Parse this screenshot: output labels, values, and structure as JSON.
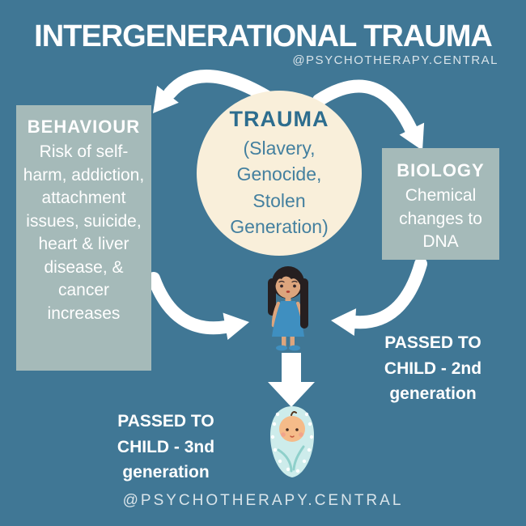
{
  "header": {
    "title": "INTERGENERATIONAL TRAUMA",
    "handle": "@PSYCHOTHERAPY.CENTRAL"
  },
  "trauma_circle": {
    "title": "TRAUMA",
    "subtitle": "(Slavery, Genocide, Stolen Generation)"
  },
  "behaviour_box": {
    "title": "BEHAVIOUR",
    "body": "Risk of self-harm, addiction, attachment issues, suicide, heart & liver disease, & cancer increases"
  },
  "biology_box": {
    "title": "BIOLOGY",
    "body": "Chemical changes to DNA"
  },
  "labels": {
    "passed_to_child_2nd": "PASSED TO CHILD - 2nd generation",
    "passed_to_child_3rd": "PASSED TO CHILD - 3nd generation"
  },
  "footer": {
    "handle": "@PSYCHOTHERAPY.CENTRAL"
  },
  "illustrations": {
    "child": "girl-child-figure",
    "baby": "swaddled-newborn-figure",
    "arrows": [
      "trauma-to-behaviour",
      "trauma-to-biology",
      "behaviour-to-child",
      "biology-to-child",
      "child-to-baby"
    ]
  },
  "colors": {
    "background": "#407795",
    "panel": "#a5bab9",
    "circle_fill": "#f9efda",
    "circle_title": "#2d6d8e",
    "circle_text": "#44809f",
    "text_white": "#ffffff",
    "credit_text": "#d9e4ea",
    "arrow_white": "#ffffff",
    "dress_blue": "#3f8fc0",
    "skin_tone": "#dda57d",
    "hair_dark": "#261f20",
    "swaddle_teal": "#cdeceb",
    "baby_skin": "#f5bb89"
  }
}
